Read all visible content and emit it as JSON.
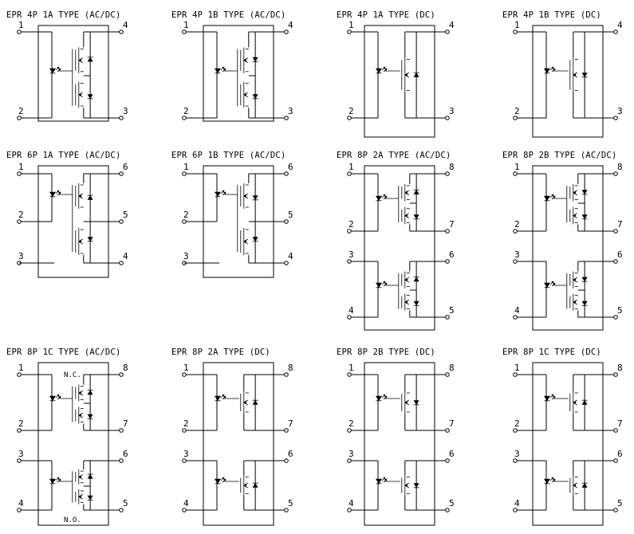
{
  "diagrams": [
    {
      "title": "EPR 4P 1A TYPE (AC/DC)",
      "pins_left": [
        "1",
        "2"
      ],
      "pins_right": [
        "4",
        "3"
      ]
    },
    {
      "title": "EPR 4P 1B TYPE (AC/DC)",
      "pins_left": [
        "1",
        "2"
      ],
      "pins_right": [
        "4",
        "3"
      ]
    },
    {
      "title": "EPR 4P 1A TYPE (DC)",
      "pins_left": [
        "1",
        "2"
      ],
      "pins_right": [
        "4",
        "3"
      ]
    },
    {
      "title": "EPR 4P 1B TYPE (DC)",
      "pins_left": [
        "1",
        "2"
      ],
      "pins_right": [
        "4",
        "3"
      ]
    },
    {
      "title": "EPR 6P 1A TYPE (AC/DC)",
      "pins_left": [
        "1",
        "2",
        "3"
      ],
      "pins_right": [
        "6",
        "5",
        "4"
      ]
    },
    {
      "title": "EPR 6P 1B TYPE (AC/DC)",
      "pins_left": [
        "1",
        "2",
        "3"
      ],
      "pins_right": [
        "6",
        "5",
        "4"
      ]
    },
    {
      "title": "EPR 8P 2A TYPE (AC/DC)",
      "pins_left": [
        "1",
        "2",
        "3",
        "4"
      ],
      "pins_right": [
        "8",
        "7",
        "6",
        "5"
      ]
    },
    {
      "title": "EPR 8P 2B TYPE (AC/DC)",
      "pins_left": [
        "1",
        "2",
        "3",
        "4"
      ],
      "pins_right": [
        "8",
        "7",
        "6",
        "5"
      ]
    },
    {
      "title": "EPR 8P 1C TYPE (AC/DC)",
      "pins_left": [
        "1",
        "2",
        "3",
        "4"
      ],
      "pins_right": [
        "8",
        "7",
        "6",
        "5"
      ],
      "note_top": "N.C.",
      "note_bottom": "N.O."
    },
    {
      "title": "EPR 8P 2A TYPE (DC)",
      "pins_left": [
        "1",
        "2",
        "3",
        "4"
      ],
      "pins_right": [
        "8",
        "7",
        "6",
        "5"
      ]
    },
    {
      "title": "EPR 8P 2B TYPE (DC)",
      "pins_left": [
        "1",
        "2",
        "3",
        "4"
      ],
      "pins_right": [
        "8",
        "7",
        "6",
        "5"
      ]
    },
    {
      "title": "EPR 8P 1C TYPE (DC)",
      "pins_left": [
        "1",
        "2",
        "3",
        "4"
      ],
      "pins_right": [
        "8",
        "7",
        "6",
        "5"
      ]
    }
  ]
}
